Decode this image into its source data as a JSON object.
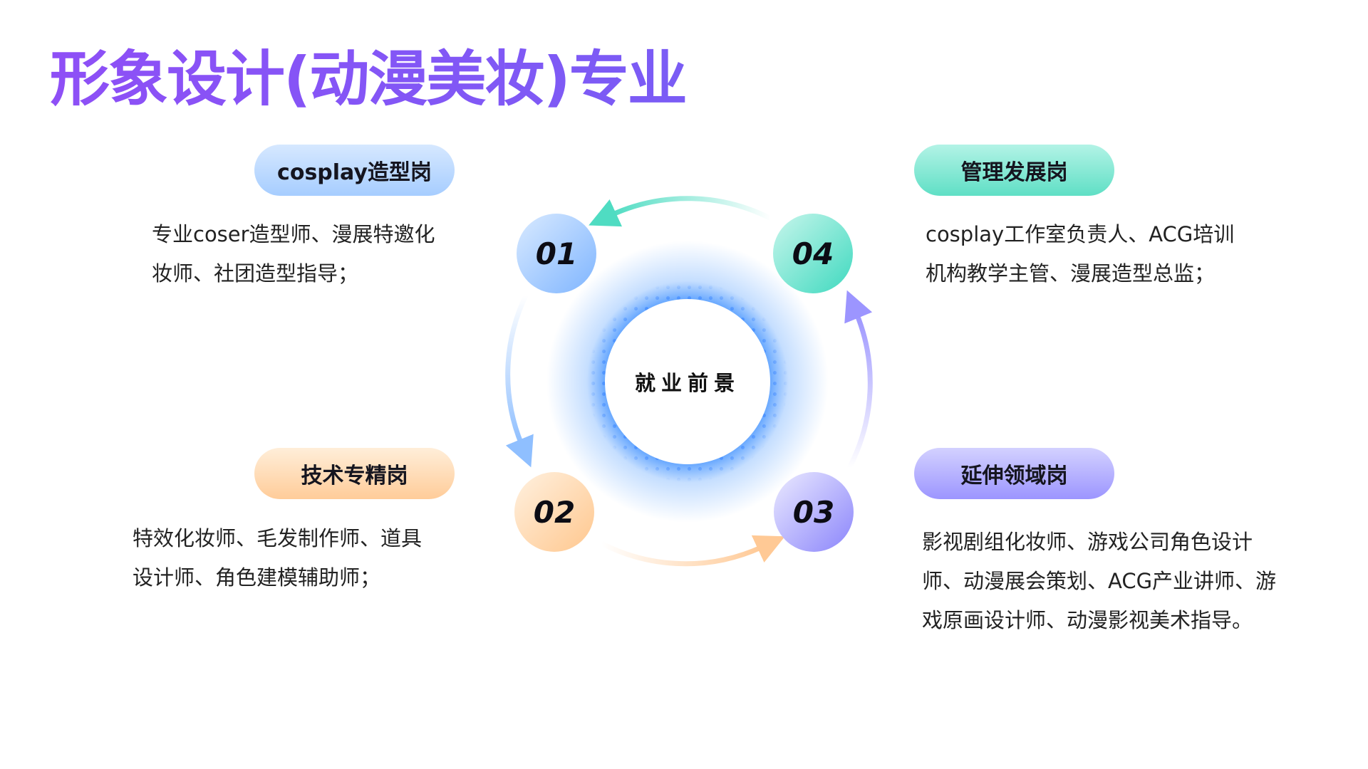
{
  "title": "形象设计(动漫美妆)专业",
  "center_label": "就业前景",
  "items": [
    {
      "number": "01",
      "label": "cosplay造型岗",
      "lines": [
        "专业coser造型师、漫展特邀化",
        "妆师、社团造型指导；"
      ],
      "color": "#8fbfff"
    },
    {
      "number": "02",
      "label": "技术专精岗",
      "lines": [
        "特效化妆师、毛发制作师、道具",
        "设计师、角色建模辅助师；"
      ],
      "color": "#ffc995"
    },
    {
      "number": "03",
      "label": "延伸领域岗",
      "lines": [
        "影视剧组化妆师、游戏公司角色设计",
        "师、动漫展会策划、ACG产业讲师、游",
        "戏原画设计师、动漫影视美术指导。"
      ],
      "color": "#9c95ff"
    },
    {
      "number": "04",
      "label": "管理发展岗",
      "lines": [
        "cosplay工作室负责人、ACG培训",
        "机构教学主管、漫展造型总监；"
      ],
      "color": "#4fdcc2"
    }
  ]
}
